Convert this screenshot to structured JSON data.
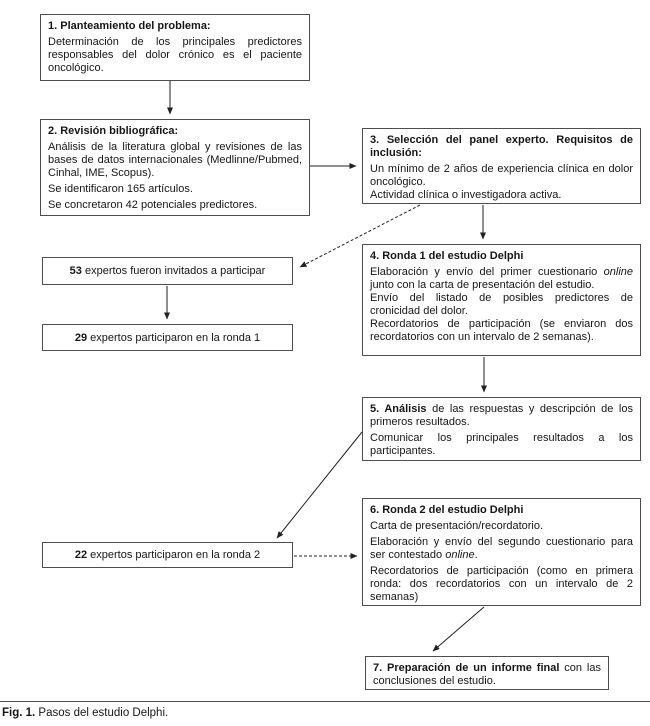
{
  "figure": {
    "caption_label": "Fig. 1.",
    "caption_text": " Pasos del estudio Delphi."
  },
  "colors": {
    "ink": "#161616",
    "box_border": "#4d4d4d",
    "arrow": "#222222",
    "background": "#ffffff"
  },
  "boxes": {
    "step1": {
      "title": "1. Planteamiento del problema:",
      "body1": "Determinación de los principales predictores responsables del dolor crónico es el paciente oncológico."
    },
    "step2": {
      "title": "2. Revisión bibliográfica:",
      "body1": "Análisis de la literatura global y revisiones de las bases de datos internacionales (Medlinne/Pubmed, Cinhal, IME, Scopus).",
      "body2": "Se identificaron 165 artículos.",
      "body3": "Se concretaron 42 potenciales predictores."
    },
    "step3": {
      "title": "3. Selección del panel experto. Requisitos de inclusión:",
      "body1": "Un mínimo de 2 años de experiencia clínica en dolor oncológico.",
      "body2": "Actividad clínica o investigadora activa."
    },
    "step4": {
      "title": "4. Ronda 1 del estudio Delphi",
      "body1_pre": "Elaboración y envío del primer cuestionario ",
      "body1_italic": "online",
      "body1_post": " junto con la carta de presentación del estudio.",
      "body2": "Envío del listado de posibles predictores de cronicidad del dolor.",
      "body3": "Recordatorios de participación (se enviaron dos recordatorios con un intervalo de 2 semanas)."
    },
    "step5": {
      "title_bold": "5. Análisis",
      "title_rest": " de las respuestas y descripción de los primeros resultados.",
      "body1": "Comunicar los principales resultados a los participantes."
    },
    "step6": {
      "title": "6. Ronda 2 del estudio Delphi",
      "body1": "Carta de presentación/recordatorio.",
      "body2_pre": "Elaboración y envío del segundo cuestionario para ser contestado ",
      "body2_italic": "online",
      "body2_post": ".",
      "body3": "Recordatorios de participación (como en primera ronda: dos recordatorios con un intervalo de 2 semanas)"
    },
    "step7": {
      "title_bold": "7. Preparación de un informe final",
      "title_rest": " con las conclusiones del estudio."
    },
    "experts_invited": {
      "number": "53",
      "text": " expertos fueron invitados a participar"
    },
    "experts_round1": {
      "number": "29",
      "text": " expertos participaron en la ronda 1"
    },
    "experts_round2": {
      "number": "22",
      "text": " expertos participaron en la ronda 2"
    }
  }
}
